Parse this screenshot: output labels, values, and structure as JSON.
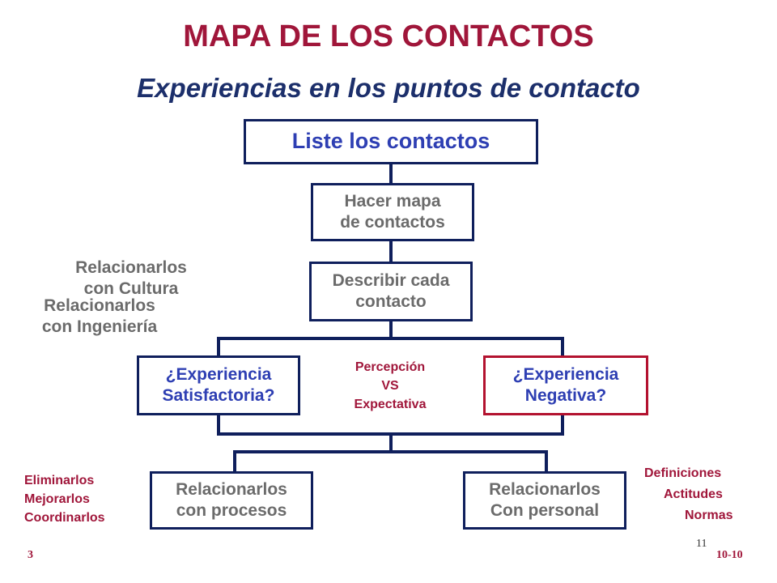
{
  "title": "MAPA DE LOS CONTACTOS",
  "subtitle": "Experiencias en los puntos de contacto",
  "boxes": {
    "list": "Liste los contactos",
    "map": "Hacer mapa\nde contactos",
    "describe": "Describir cada\ncontacto",
    "satisfactory": "¿Experiencia\nSatisfactoria?",
    "negative": "¿Experiencia\nNegativa?",
    "processes": "Relacionarlos\ncon procesos",
    "personnel": "Relacionarlos\nCon personal"
  },
  "notes": {
    "culture": "Relacionarlos\ncon Cultura",
    "engineering": "Relacionarlos\ncon Ingeniería",
    "perception": "Percepción\nVS\nExpectativa",
    "actions": "Eliminarlos\nMejorarlos\nCoordinarlos",
    "definitions": "Definiciones",
    "attitudes": "Actitudes",
    "norms": "Normas"
  },
  "footer": {
    "left": "3",
    "page": "11",
    "right": "10-10"
  },
  "colors": {
    "accent_red": "#a0163a",
    "navy": "#0f1f5c",
    "blue_text": "#2e3fb3",
    "gray_text": "#6b6b6b"
  }
}
